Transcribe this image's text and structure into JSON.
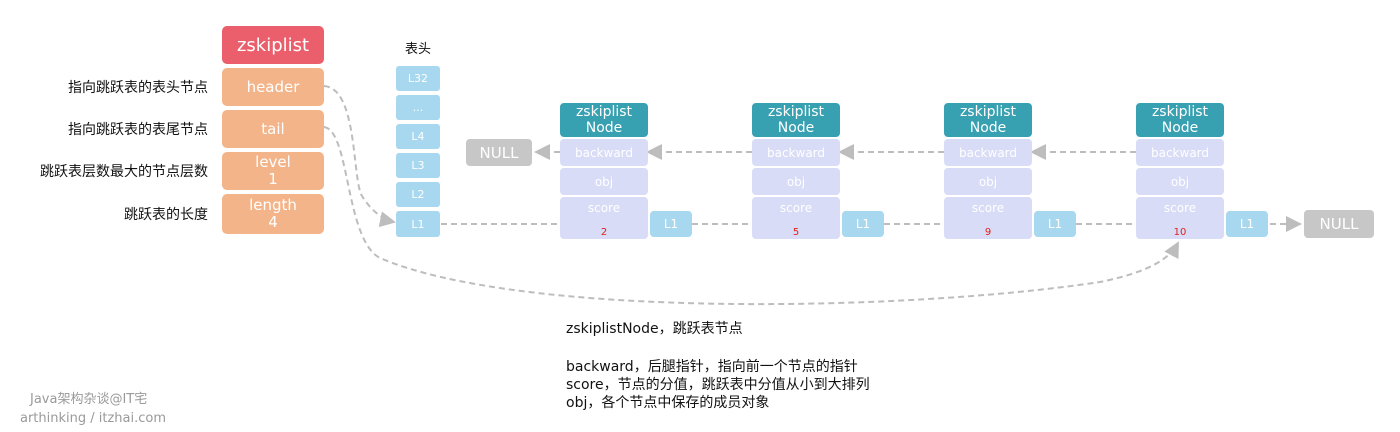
{
  "zskiplist": {
    "title": "zskiplist",
    "fields": [
      {
        "lines": [
          "header"
        ],
        "label": "指向跳跃表的表头节点"
      },
      {
        "lines": [
          "tail"
        ],
        "label": "指向跳跃表的表尾节点"
      },
      {
        "lines": [
          "level",
          "1"
        ],
        "label": "跳跃表层数最大的节点层数"
      },
      {
        "lines": [
          "length",
          "4"
        ],
        "label": "跳跃表的长度"
      }
    ]
  },
  "header_node": {
    "caption": "表头",
    "levels": [
      "L32",
      "...",
      "L4",
      "L3",
      "L2",
      "L1"
    ]
  },
  "nodes": [
    {
      "title": [
        "zskiplist",
        "Node"
      ],
      "backward": "backward",
      "obj": "obj",
      "score_label": "score",
      "score": "2",
      "level": "L1"
    },
    {
      "title": [
        "zskiplist",
        "Node"
      ],
      "backward": "backward",
      "obj": "obj",
      "score_label": "score",
      "score": "5",
      "level": "L1"
    },
    {
      "title": [
        "zskiplist",
        "Node"
      ],
      "backward": "backward",
      "obj": "obj",
      "score_label": "score",
      "score": "9",
      "level": "L1"
    },
    {
      "title": [
        "zskiplist",
        "Node"
      ],
      "backward": "backward",
      "obj": "obj",
      "score_label": "score",
      "score": "10",
      "level": "L1"
    }
  ],
  "null_left": "NULL",
  "null_right": "NULL",
  "description": {
    "heading": "zskiplistNode，跳跃表节点",
    "lines": [
      "backward，后腿指针，指向前一个节点的指针",
      "score，节点的分值，跳跃表中分值从小到大排列",
      "obj，各个节点中保存的成员对象"
    ]
  },
  "watermark": {
    "line1": "Java架构杂谈@IT宅",
    "line2": "arthinking / itzhai.com"
  },
  "colors": {
    "zskiplist_title": "#ea5f6b",
    "zskiplist_field": "#f4b489",
    "node_title": "#37a0b1",
    "node_field": "#d8dcf6",
    "level": "#a8d8ef",
    "null": "#c7c7c7",
    "arrow": "#bdbdbd",
    "score_value": "#e0201c"
  }
}
